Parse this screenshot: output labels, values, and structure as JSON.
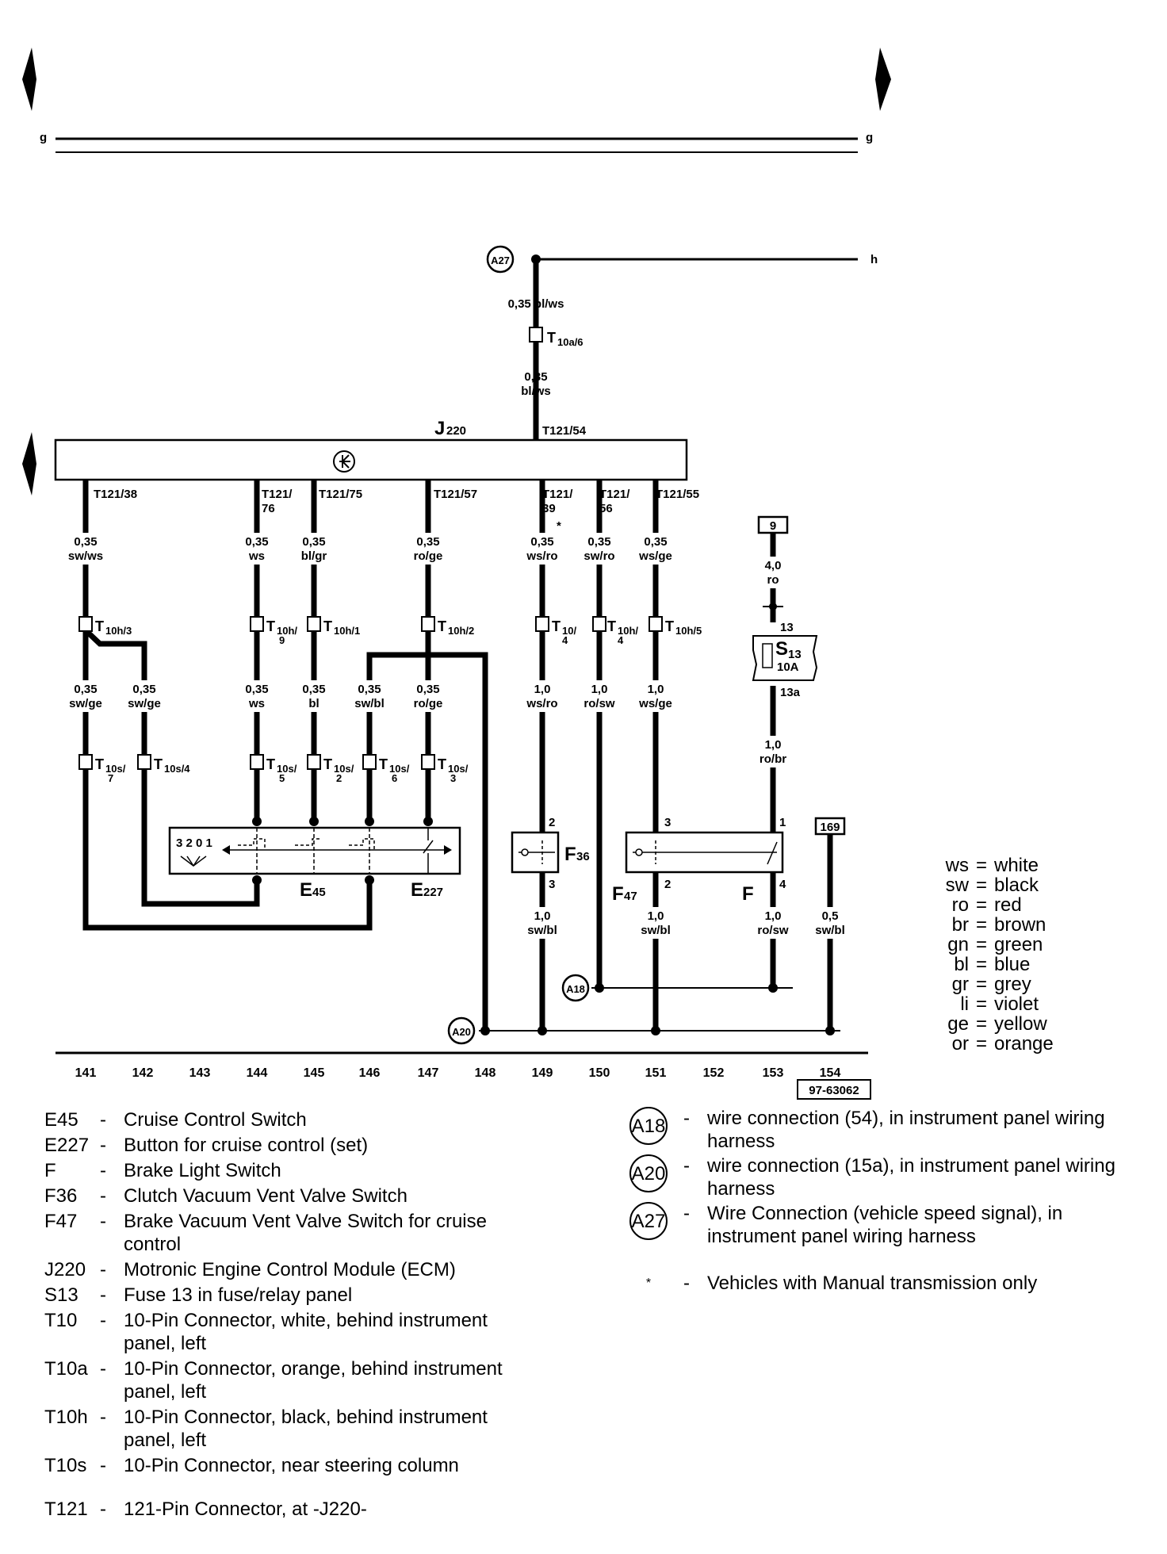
{
  "page_markers": {
    "left": "g",
    "right": "g",
    "h_label": "h"
  },
  "connections": {
    "a27": "A27",
    "a18": "A18",
    "a20": "A20"
  },
  "ecm": {
    "label": "J",
    "sub": "220"
  },
  "top_wire": {
    "w1": "0,35 bl/ws",
    "conn_main": "T",
    "conn_sub": "10a/6",
    "w2a": "0,35",
    "w2b": "bl/ws",
    "pin": "T121/54"
  },
  "ecm_pins": {
    "p38": "T121/38",
    "p76a": "T121/",
    "p76b": "76",
    "p75": "T121/75",
    "p57": "T121/57",
    "p39a": "T121/",
    "p39b": "39",
    "p56a": "T121/",
    "p56b": "56",
    "p55": "T121/55",
    "star": "*"
  },
  "wires_upper": {
    "w141a": "0,35",
    "w141b": "sw/ws",
    "w144a": "0,35",
    "w144b": "ws",
    "w145a": "0,35",
    "w145b": "bl/gr",
    "w147a": "0,35",
    "w147b": "ro/ge",
    "w149a": "0,35",
    "w149b": "ws/ro",
    "w150a": "0,35",
    "w150b": "sw/ro",
    "w151a": "0,35",
    "w151b": "ws/ge"
  },
  "t10h": {
    "c3": "10h/3",
    "c9a": "10h/",
    "c9b": "9",
    "c1": "10h/1",
    "c2": "10h/2",
    "c4a": "10/",
    "c4b": "4",
    "c4c": "10h/",
    "c4d": "4",
    "c5": "10h/5",
    "T": "T"
  },
  "wires_middle": {
    "w141a": "0,35",
    "w141b": "sw/ge",
    "w142a": "0,35",
    "w142b": "sw/ge",
    "w144a": "0,35",
    "w144b": "ws",
    "w145a": "0,35",
    "w145b": "bl",
    "w146a": "0,35",
    "w146b": "sw/bl",
    "w147a": "0,35",
    "w147b": "ro/ge",
    "w149a": "1,0",
    "w149b": "ws/ro",
    "w150a": "1,0",
    "w150b": "ro/sw",
    "w151a": "1,0",
    "w151b": "ws/ge",
    "w153a": "1,0",
    "w153b": "ro/br"
  },
  "t10s": {
    "c7a": "10s/",
    "c7b": "7",
    "c4": "10s/4",
    "c5a": "10s/",
    "c5b": "5",
    "c2a": "10s/",
    "c2b": "2",
    "c6a": "10s/",
    "c6b": "6",
    "c3a": "10s/",
    "c3b": "3"
  },
  "fuse": {
    "box": "9",
    "w_a": "4,0",
    "w_b": "ro",
    "pin13": "13",
    "label": "S",
    "sub": "13",
    "rating": "10A",
    "pin13a": "13a"
  },
  "switches": {
    "e45": "E",
    "e45_sub": "45",
    "e227": "E",
    "e227_sub": "227",
    "positions": "3 2 0 1",
    "f36": "F",
    "f36_sub": "36",
    "f47": "F",
    "f47_sub": "47",
    "f": "F",
    "pin_f36_2": "2",
    "pin_f36_3": "3",
    "pin_f47_3": "3",
    "pin_f47_2": "2",
    "pin_f_1": "1",
    "pin_f_4": "4"
  },
  "wires_lower": {
    "w149a": "1,0",
    "w149b": "sw/bl",
    "w151a": "1,0",
    "w151b": "sw/bl",
    "w153a": "1,0",
    "w153b": "ro/sw",
    "w154a": "0,5",
    "w154b": "sw/bl",
    "box169": "169"
  },
  "grid_numbers": [
    "141",
    "142",
    "143",
    "144",
    "145",
    "146",
    "147",
    "148",
    "149",
    "150",
    "151",
    "152",
    "153",
    "154"
  ],
  "diagram_ref": "97-63062",
  "color_legend": [
    {
      "code": "ws",
      "name": "white"
    },
    {
      "code": "sw",
      "name": "black"
    },
    {
      "code": "ro",
      "name": "red"
    },
    {
      "code": "br",
      "name": "brown"
    },
    {
      "code": "gn",
      "name": "green"
    },
    {
      "code": "bl",
      "name": "blue"
    },
    {
      "code": "gr",
      "name": "grey"
    },
    {
      "code": "li",
      "name": "violet"
    },
    {
      "code": "ge",
      "name": "yellow"
    },
    {
      "code": "or",
      "name": "orange"
    }
  ],
  "components": [
    {
      "code": "E45",
      "text": "Cruise Control Switch"
    },
    {
      "code": "E227",
      "text": "Button for cruise control (set)"
    },
    {
      "code": "F",
      "text": "Brake Light Switch"
    },
    {
      "code": "F36",
      "text": "Clutch Vacuum Vent Valve Switch"
    },
    {
      "code": "F47",
      "text": "Brake Vacuum Vent Valve Switch for cruise control"
    },
    {
      "code": "J220",
      "text": "Motronic Engine Control Module (ECM)"
    },
    {
      "code": "S13",
      "text": "Fuse 13 in fuse/relay panel"
    },
    {
      "code": "T10",
      "text": "10-Pin Connector, white, behind instrument panel, left"
    },
    {
      "code": "T10a",
      "text": "10-Pin Connector, orange, behind instrument panel, left"
    },
    {
      "code": "T10h",
      "text": "10-Pin Connector, black, behind instrument panel, left"
    },
    {
      "code": "T10s",
      "text": "10-Pin Connector,  near steering column"
    },
    {
      "code": "T121",
      "text": "121-Pin Connector, at -J220-"
    }
  ],
  "connection_notes": [
    {
      "badge": "A18",
      "text": "wire connection (54), in instrument panel wiring harness"
    },
    {
      "badge": "A20",
      "text": "wire connection (15a), in instrument panel wiring harness"
    },
    {
      "badge": "A27",
      "text": "Wire Connection (vehicle speed signal), in instrument panel wiring harness"
    },
    {
      "badge": "*",
      "text": "Vehicles with Manual transmission only"
    }
  ],
  "dash": "-"
}
